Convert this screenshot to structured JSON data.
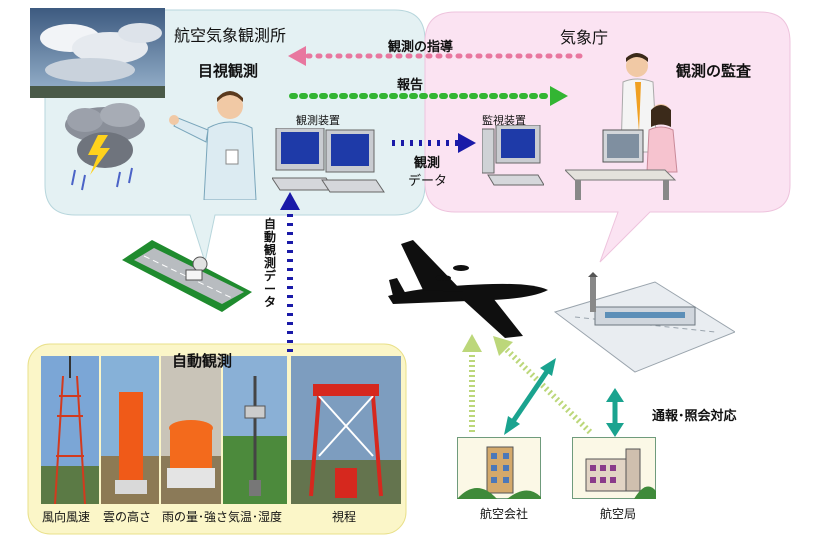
{
  "stations": {
    "weather_office": "航空気象観測所",
    "jma": "気象庁"
  },
  "activities": {
    "visual_obs": "目視観測",
    "audit": "観測の監査",
    "auto_obs_title": "自動観測"
  },
  "devices": {
    "obs_equipment": "観測装置",
    "monitor_equipment": "監視装置"
  },
  "flows": {
    "guidance": "観測の指導",
    "report": "報告",
    "obs_data_line1": "観測",
    "obs_data_line2": "データ",
    "auto_data": "自動観測データ",
    "notify": "通報･照会対応"
  },
  "sensors": [
    {
      "label": "風向風速"
    },
    {
      "label": "雲の高さ"
    },
    {
      "label": "雨の量･強さ"
    },
    {
      "label": "気温･湿度"
    },
    {
      "label": "視程"
    }
  ],
  "agencies": {
    "airline": "航空会社",
    "aviation_bureau": "航空局"
  },
  "colors": {
    "office_bubble": "#e4f1f3",
    "jma_bubble": "#fbe3f2",
    "auto_panel": "#fbf6c8",
    "guidance_arrow": "#e8779f",
    "report_arrow": "#33b533",
    "data_arrow": "#1a1aa8",
    "teal_arrow": "#1aa38f",
    "lime_arrow": "#bcd77a"
  }
}
